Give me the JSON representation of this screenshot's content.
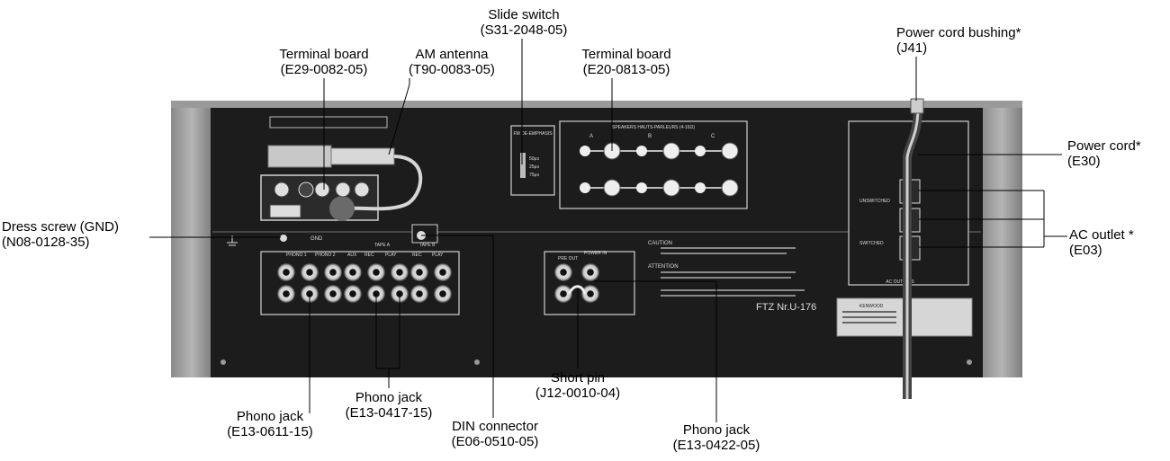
{
  "callouts": {
    "slide_switch": {
      "name": "Slide switch",
      "part": "(S31-2048-05)"
    },
    "terminal_board_left": {
      "name": "Terminal board",
      "part": "(E29-0082-05)"
    },
    "am_antenna": {
      "name": "AM antenna",
      "part": "(T90-0083-05)"
    },
    "terminal_board_right": {
      "name": "Terminal board",
      "part": "(E20-0813-05)"
    },
    "power_cord_bushing": {
      "name": "Power cord bushing*",
      "part": "(J41)"
    },
    "power_cord": {
      "name": "Power cord*",
      "part": "(E30)"
    },
    "dress_screw": {
      "name": "Dress screw (GND)",
      "part": "(N08-0128-35)"
    },
    "ac_outlet": {
      "name": "AC outlet *",
      "part": "(E03)"
    },
    "short_pin": {
      "name": "Short pin",
      "part": "(J12-0010-04)"
    },
    "phono_jack_1": {
      "name": "Phono jack",
      "part": "(E13-0417-15)"
    },
    "phono_jack_2": {
      "name": "Phono jack",
      "part": "(E13-0611-15)"
    },
    "din_connector": {
      "name": "DIN connector",
      "part": "(E06-0510-05)"
    },
    "phono_jack_3": {
      "name": "Phono jack",
      "part": "(E13-0422-05)"
    }
  },
  "panel_text": {
    "speakers": "SPEAKERS HAUTS-PARLEURS (4-16Ω)",
    "speaker_a": "A",
    "speaker_b": "B",
    "speaker_c": "C",
    "deemphasis": "FM DE-EMPHASIS",
    "deemph_50": "50μs",
    "deemph_25": "25μs",
    "deemph_75": "75μs",
    "gnd": "GND",
    "phono1": "PHONO 1",
    "phono2": "PHONO 2",
    "aux": "AUX",
    "tape_a": "TAPE A",
    "tape_b": "TAPE B",
    "rec": "REC",
    "play": "PLAY",
    "pre_out": "PRE OUT",
    "power_in": "POWER IN",
    "caution": "CAUTION",
    "attention": "ATTENTION",
    "ftz": "FTZ Nr.U-176",
    "unswitched": "UNSWITCHED",
    "switched": "SWITCHED",
    "ac_outlets": "AC OUTLETS",
    "brand": "KENWOOD"
  }
}
